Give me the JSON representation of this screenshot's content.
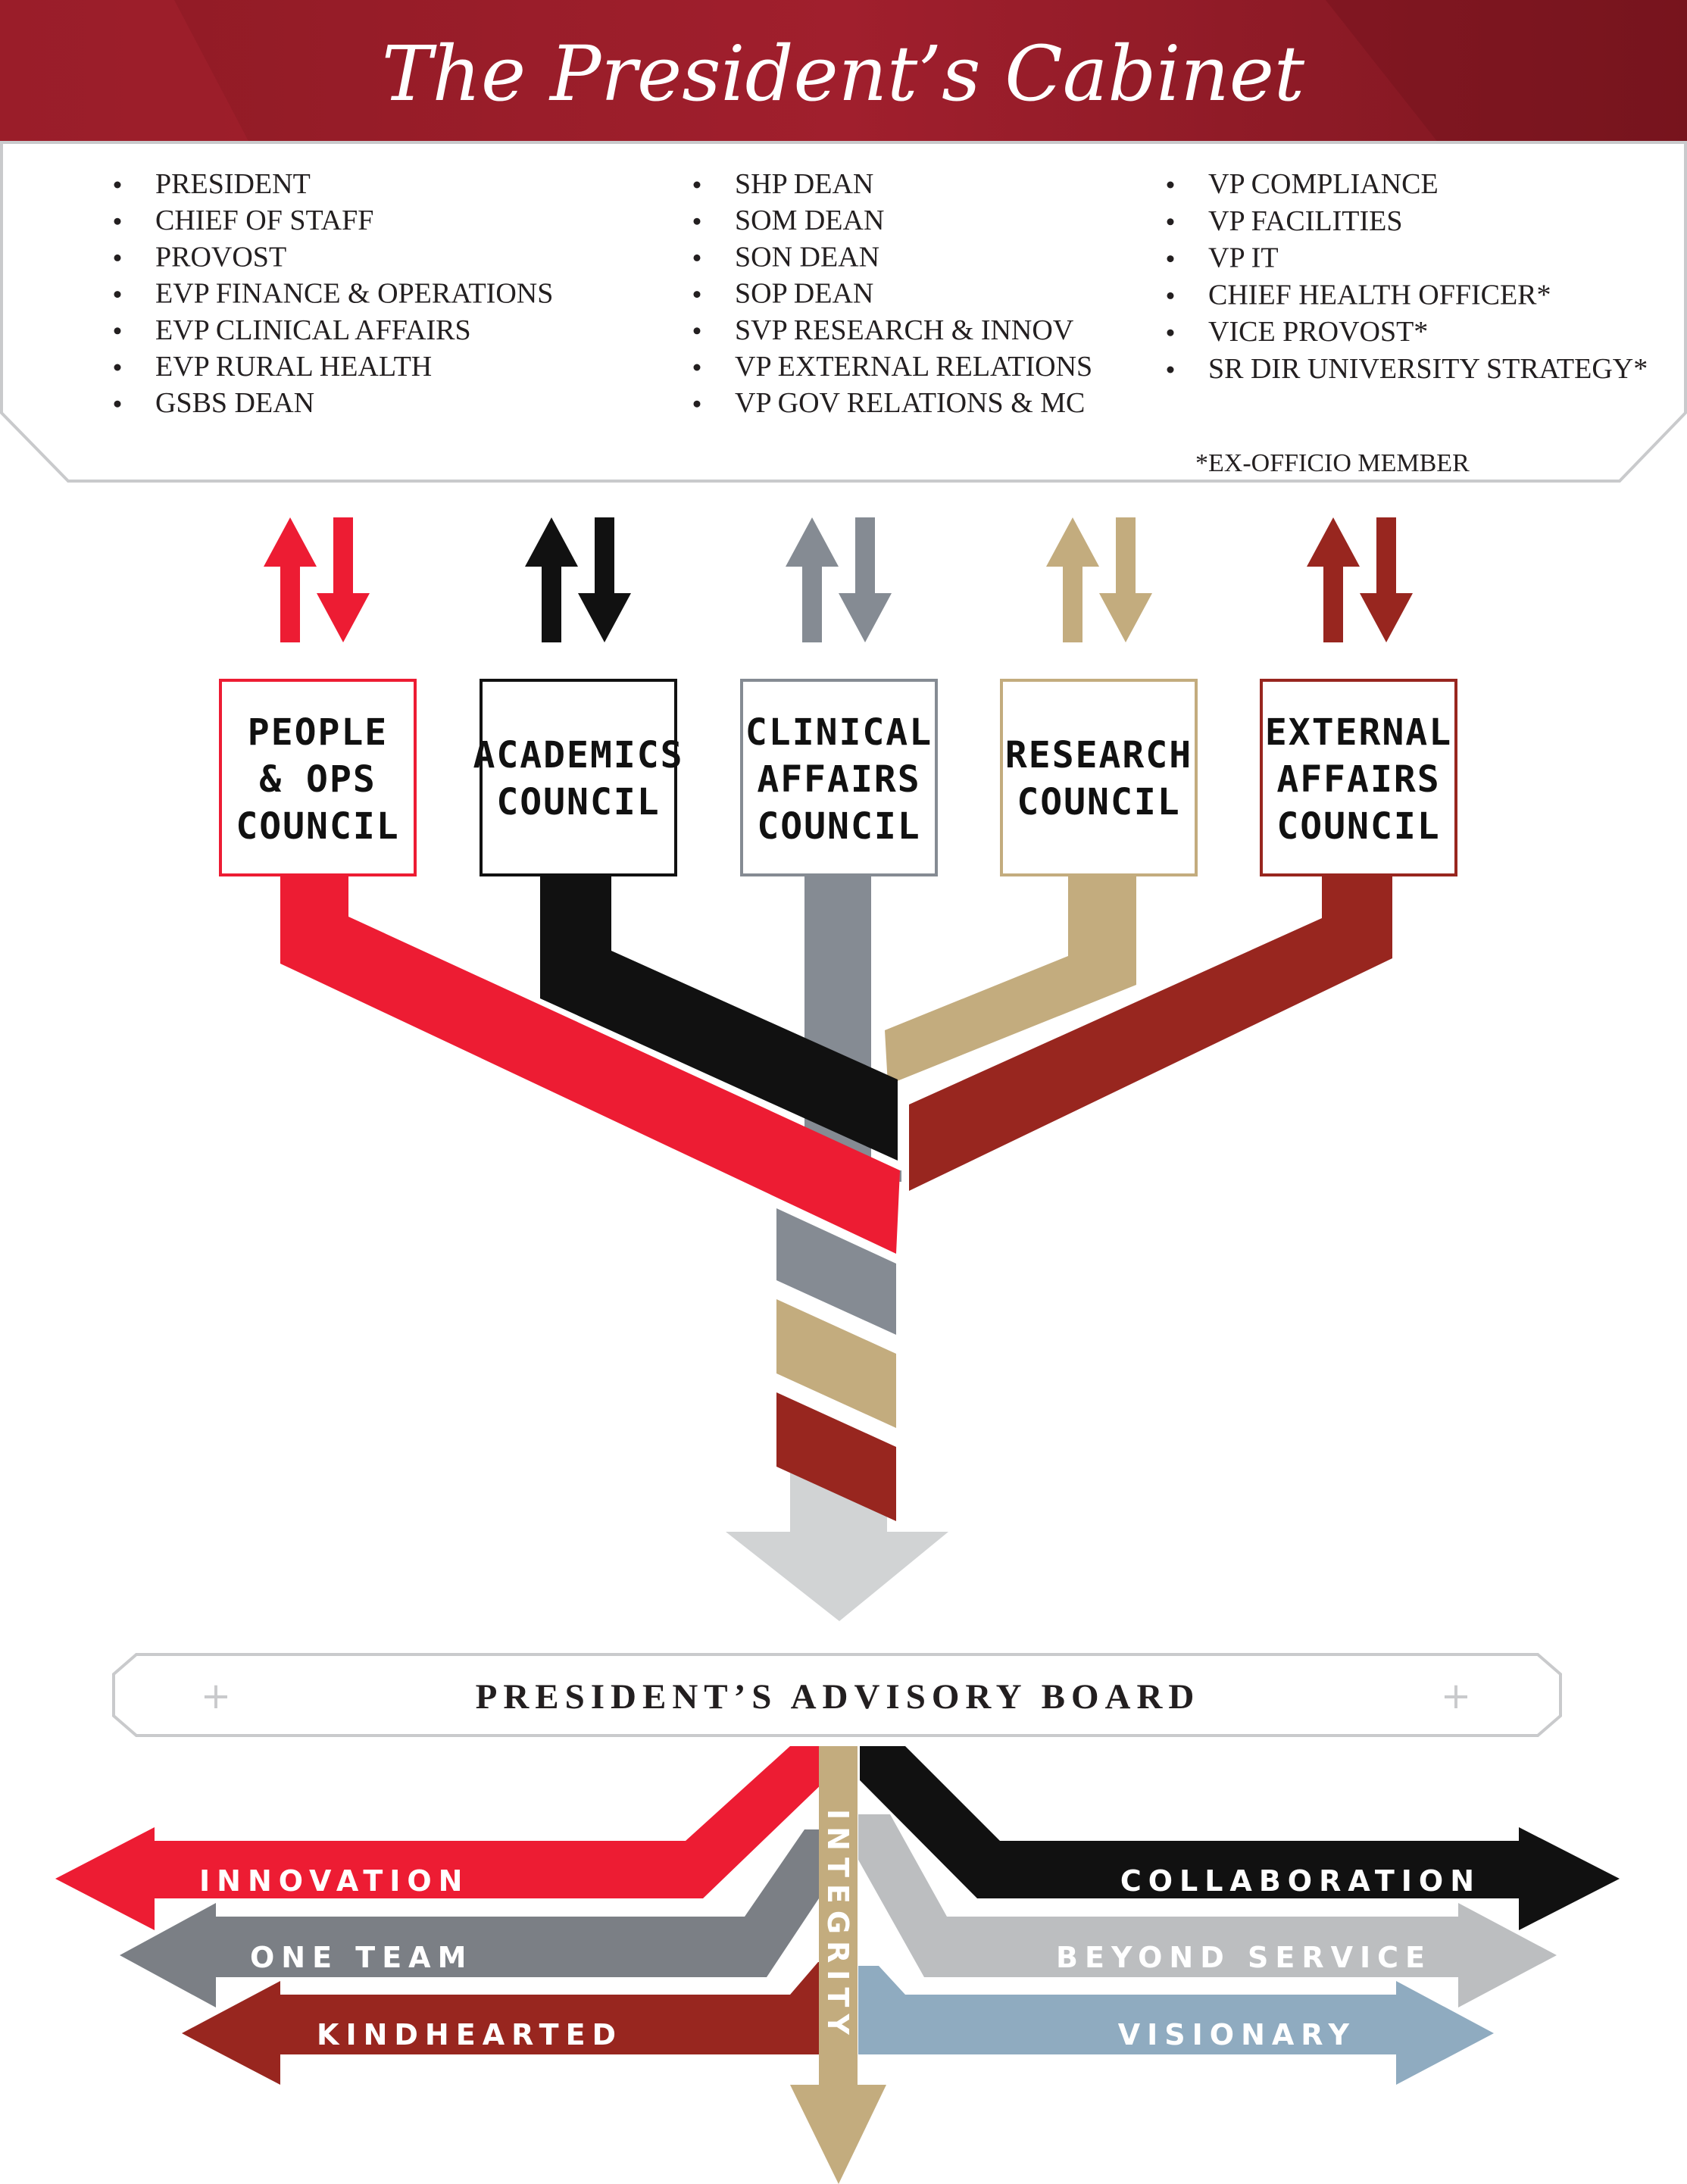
{
  "header": {
    "title": "The President’s Cabinet"
  },
  "cabinet": {
    "columns": [
      [
        "PRESIDENT",
        "CHIEF OF STAFF",
        "PROVOST",
        "EVP FINANCE & OPERATIONS",
        "EVP CLINICAL AFFAIRS",
        "EVP RURAL HEALTH",
        "GSBS DEAN"
      ],
      [
        "SHP DEAN",
        "SOM DEAN",
        "SON DEAN",
        "SOP DEAN",
        "SVP RESEARCH & INNOV",
        "VP EXTERNAL RELATIONS",
        "VP GOV RELATIONS & MC"
      ],
      [
        "VP COMPLIANCE",
        "VP FACILITIES",
        "VP IT",
        "CHIEF HEALTH OFFICER*",
        "VICE PROVOST*",
        "SR DIR UNIVERSITY STRATEGY*"
      ]
    ],
    "footnote": "*EX-OFFICIO MEMBER"
  },
  "councils": [
    {
      "lines": [
        "PEOPLE",
        "& OPS",
        "COUNCIL"
      ],
      "color": "#ed1c33"
    },
    {
      "lines": [
        "ACADEMICS",
        "COUNCIL"
      ],
      "color": "#111111"
    },
    {
      "lines": [
        "CLINICAL",
        "AFFAIRS",
        "COUNCIL"
      ],
      "color": "#858b93"
    },
    {
      "lines": [
        "RESEARCH",
        "COUNCIL"
      ],
      "color": "#c3ac7e"
    },
    {
      "lines": [
        "EXTERNAL",
        "AFFAIRS",
        "COUNCIL"
      ],
      "color": "#98261f"
    }
  ],
  "board": {
    "title": "PRESIDENT’S ADVISORY BOARD",
    "plus": "+"
  },
  "values": {
    "left": [
      "INNOVATION",
      "ONE TEAM",
      "KINDHEARTED"
    ],
    "center": "INTEGRITY",
    "right": [
      "COLLABORATION",
      "BEYOND SERVICE",
      "VISIONARY"
    ]
  },
  "colors": {
    "header_red": "#9e1b2b",
    "red": "#ed1c33",
    "black": "#111111",
    "gray": "#858b93",
    "gold": "#c3ac7e",
    "maroon": "#98261f",
    "light_gray": "#d1d3d4",
    "silver": "#bcbec0",
    "steel_blue": "#8fabc0"
  }
}
